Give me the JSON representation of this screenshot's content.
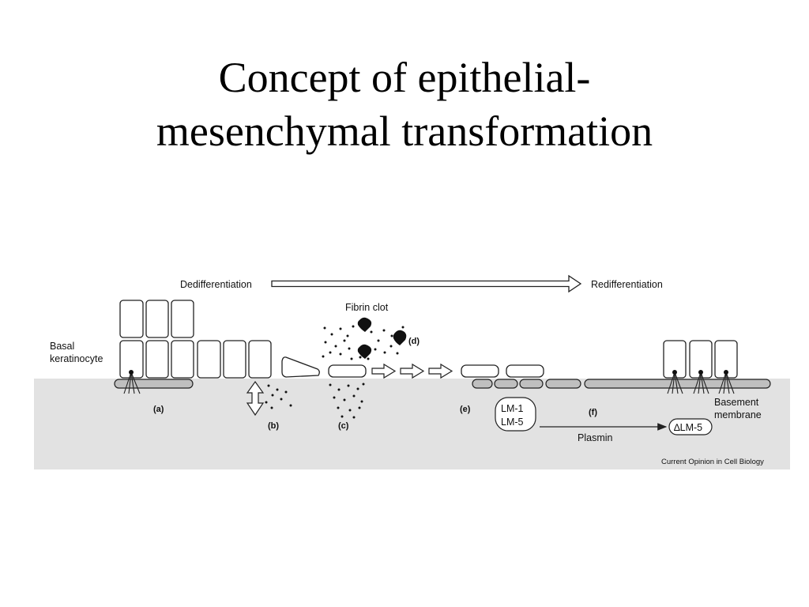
{
  "slide": {
    "title_line1": "Concept of epithelial-",
    "title_line2": "mesenchymal transformation"
  },
  "figure": {
    "dediff_label": "Dedifferentiation",
    "rediff_label": "Redifferentiation",
    "fibrin_label": "Fibrin clot",
    "basal_line1": "Basal",
    "basal_line2": "keratinocyte",
    "basement_line1": "Basement",
    "basement_line2": "membrane",
    "stage_a": "(a)",
    "stage_b": "(b)",
    "stage_c": "(c)",
    "stage_d": "(d)",
    "stage_e": "(e)",
    "stage_f": "(f)",
    "lm1": "LM-1",
    "lm5": "LM-5",
    "plasmin": "Plasmin",
    "dlm5": "∆LM-5",
    "credit": "Current Opinion in Cell Biology",
    "colors": {
      "panel": "#e2e2e2",
      "membrane": "#bfbfbf",
      "stroke": "#222222"
    }
  }
}
